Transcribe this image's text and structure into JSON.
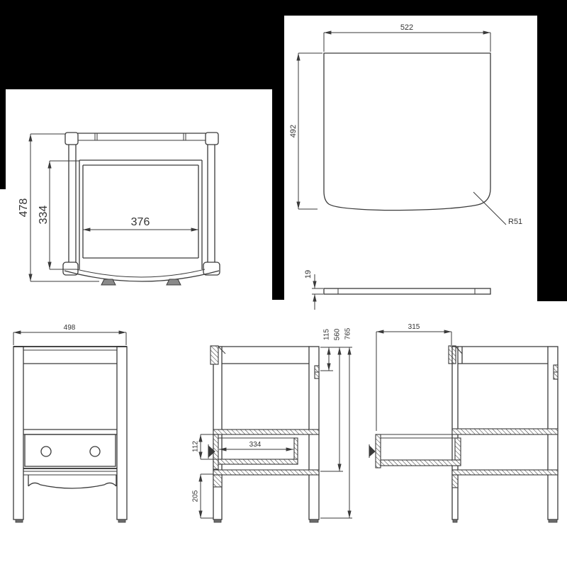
{
  "drawing": {
    "type": "technical-furniture-drawing",
    "background_color": "#ffffff",
    "line_color": "#3a3a3a",
    "text_color": "#333333",
    "redaction_color": "#000000",
    "views": {
      "plan": {
        "label_depth_overall": "478",
        "label_depth_inner": "334",
        "label_width_inner": "376"
      },
      "seat": {
        "label_width": "522",
        "label_depth": "492",
        "label_corner_radius": "R51",
        "label_thickness": "19"
      },
      "front": {
        "label_width": "498"
      },
      "section": {
        "label_top_offset": "115",
        "label_mid_offset": "560",
        "label_height_overall": "765",
        "label_drawer_height": "112",
        "label_leg_clearance": "205",
        "label_drawer_depth": "334"
      },
      "open_drawer": {
        "label_extension": "315"
      }
    }
  }
}
